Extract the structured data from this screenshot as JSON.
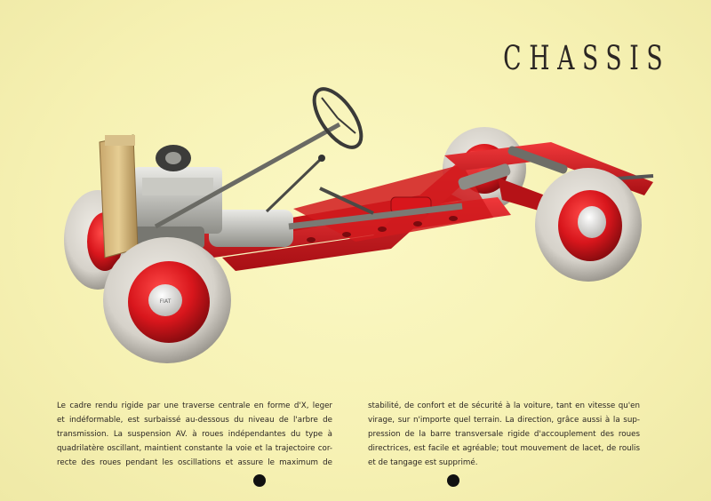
{
  "title": "CHASSIS",
  "illustration": {
    "subject": "chassis-cutaway",
    "hubcap_text": "FIAT"
  },
  "body_text": {
    "left_column": [
      "Le cadre rendu rigide par une traverse centrale en forme d'X, leger",
      "et indéformable, est surbaissé au-dessous du niveau de l'arbre de",
      "transmission. La suspension AV. à roues indépendantes du type à",
      "quadrilatère oscillant, maintient constante la voie et la trajectoire cor-",
      "recte des roues pendant les oscillations et assure le maximum de"
    ],
    "right_column": [
      "stabilité, de confort et de sécurité à la voiture, tant en vitesse qu'en",
      "virage, sur n'importe quel terrain. La direction, grâce aussi à la sup-",
      "pression de la barre transversale rigide d'accouplement des roues",
      "directrices, est facile et agréable; tout mouvement de lacet, de roulis",
      "et de tangage est supprimé."
    ]
  },
  "colors": {
    "frame_red": "#d8161c",
    "tyre": "#d8d4cc",
    "background": "#f7f2b6",
    "text": "#2a2522"
  }
}
